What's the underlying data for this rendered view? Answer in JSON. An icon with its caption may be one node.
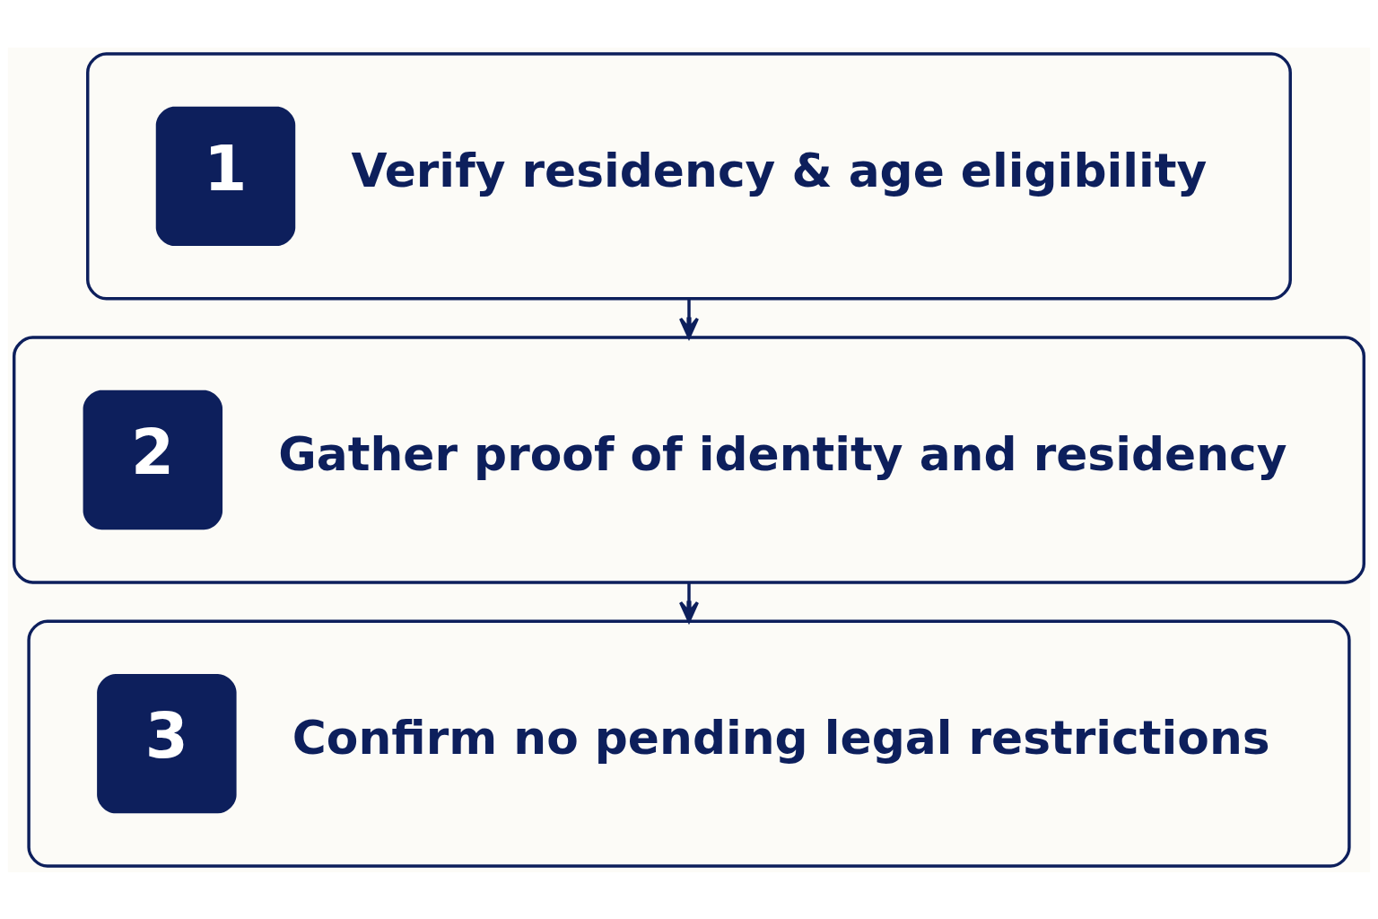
{
  "diagram": {
    "nodes": [
      {
        "text": [
          "1",
          "Verify residency & age eligibility"
        ]
      },
      {
        "text": [
          "2",
          "Gather proof of identity and residency"
        ]
      },
      {
        "text": [
          "3",
          "Confirm no pending legal restrictions"
        ]
      }
    ],
    "edges": [
      {
        "from": 0,
        "to": 1,
        "arrow": "to"
      },
      {
        "from": 1,
        "to": 2,
        "arrow": "to"
      }
    ]
  }
}
